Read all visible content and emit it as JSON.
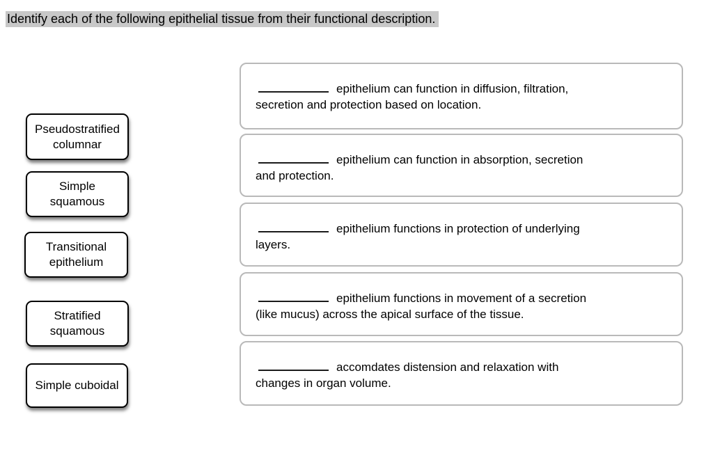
{
  "title": {
    "text": "Identify each of the following epithelial tissue from their functional description."
  },
  "tiles": [
    {
      "label": "Pseudostratified columnar",
      "lines": [
        "Pseudostratified",
        "columnar"
      ]
    },
    {
      "label": "Simple squamous",
      "lines": [
        "Simple",
        "squamous"
      ]
    },
    {
      "label": "Transitional epithelium",
      "lines": [
        "Transitional",
        "epithelium"
      ]
    },
    {
      "label": "Stratified squamous",
      "lines": [
        "Stratified",
        "squamous"
      ]
    },
    {
      "label": "Simple cuboidal",
      "lines": [
        "Simple cuboidal"
      ]
    }
  ],
  "descriptions": [
    {
      "answer": "",
      "line1": "epithelium can function in diffusion, filtration,",
      "line2": "secretion and protection based on location."
    },
    {
      "answer": "",
      "line1": "epithelium can function in absorption, secretion",
      "line2": "and protection."
    },
    {
      "answer": "",
      "line1": "epithelium functions in protection of underlying",
      "line2": "layers."
    },
    {
      "answer": "",
      "line1": "epithelium functions in movement of a secretion",
      "line2": "(like mucus) across the apical surface of the tissue."
    },
    {
      "answer": "",
      "line1": "accomdates distension and relaxation with",
      "line2": "changes in organ volume."
    }
  ],
  "colors": {
    "title_highlight": "#c8c8c8",
    "tile_border": "#000000",
    "box_border": "#b9b9b9",
    "blank_line": "#1a1a1a"
  }
}
